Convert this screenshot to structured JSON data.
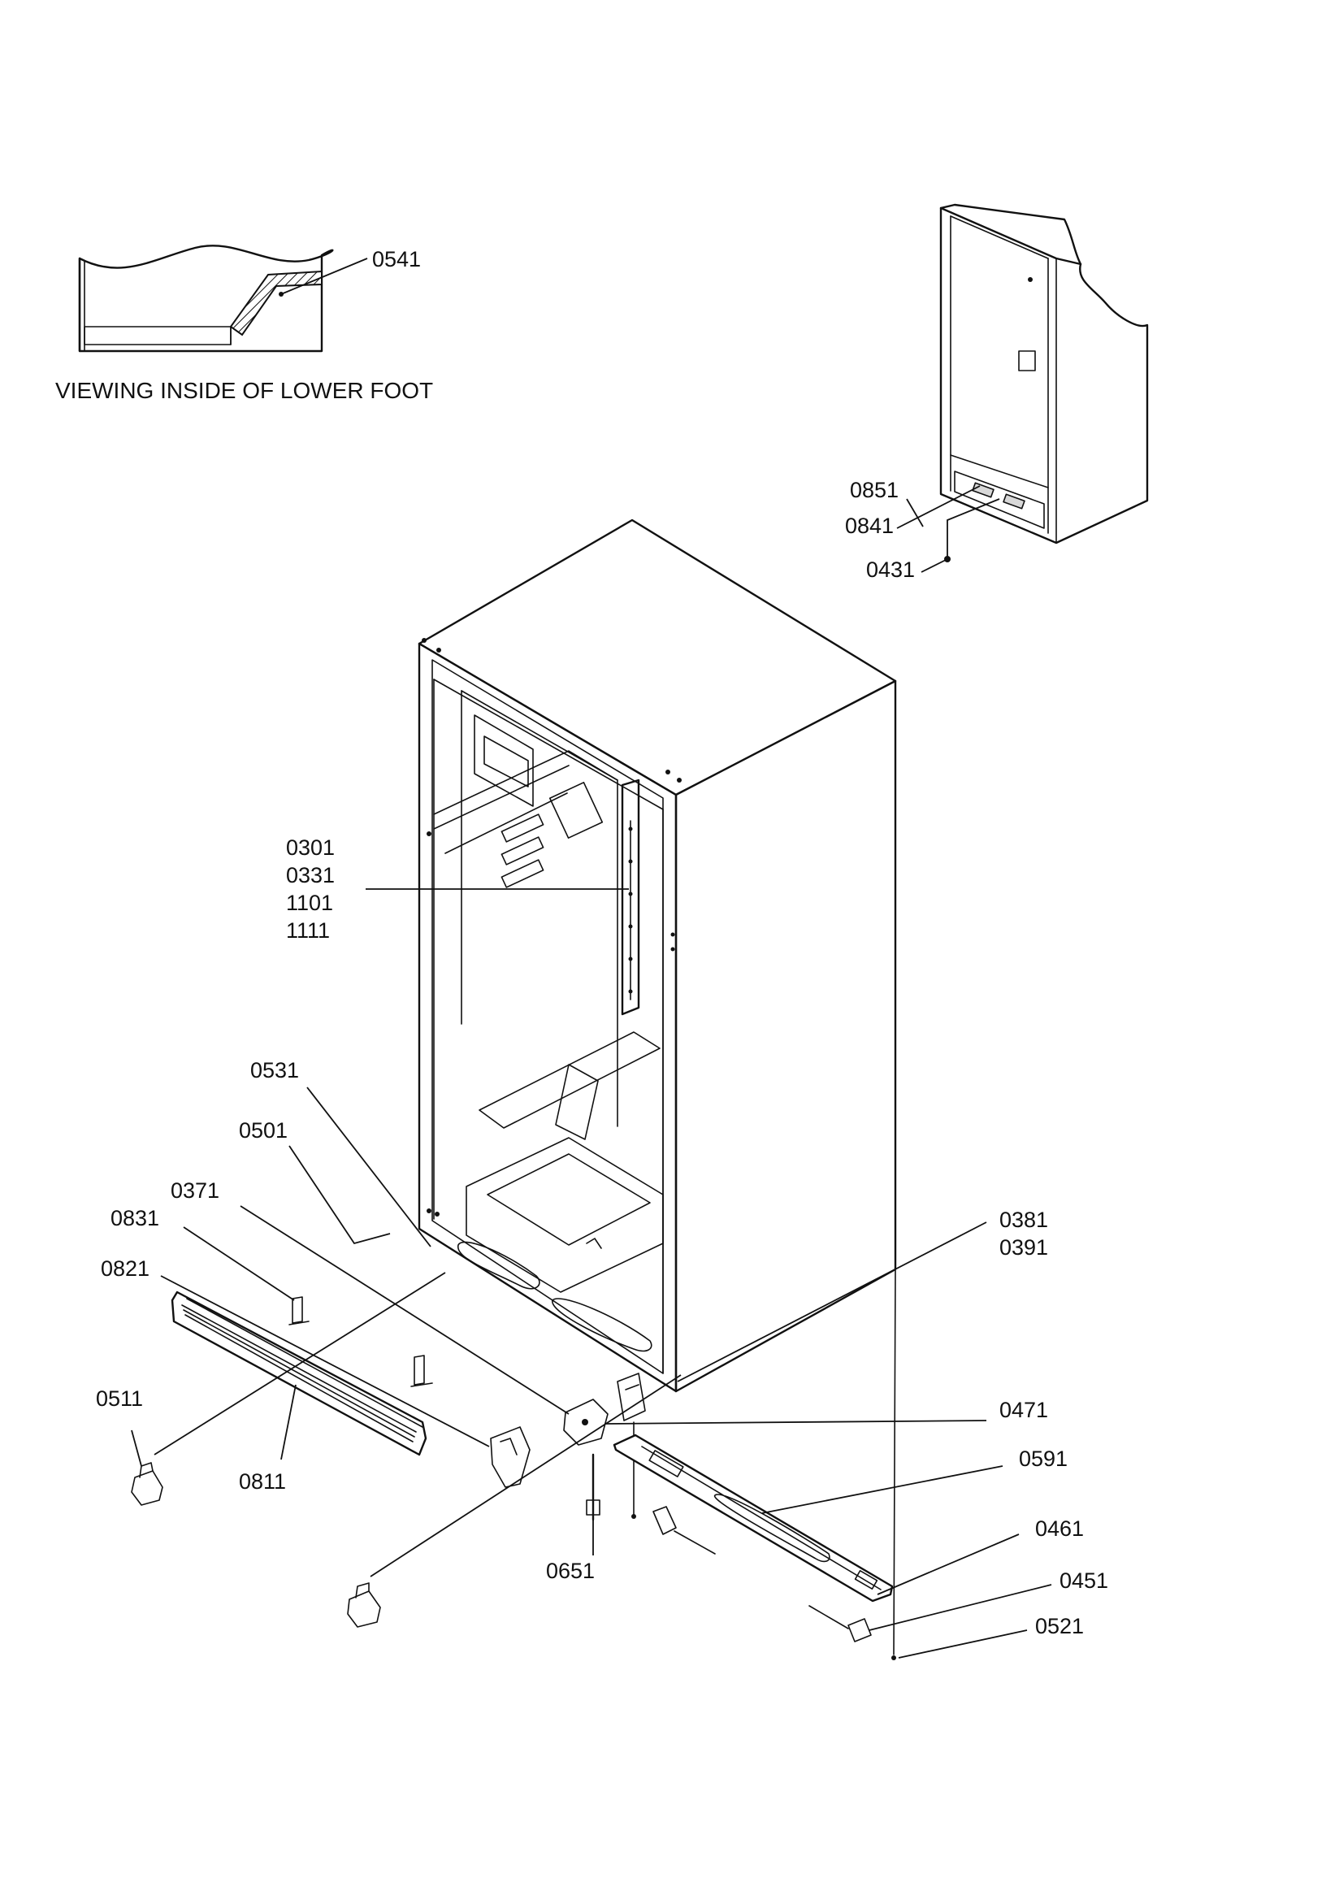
{
  "inset": {
    "caption": "VIEWING INSIDE OF LOWER FOOT",
    "part": "0541"
  },
  "callouts": {
    "c0851": "0851",
    "c0841": "0841",
    "c0431": "0431",
    "c0301": "0301",
    "c0331": "0331",
    "c1101": "1101",
    "c1111": "1111",
    "c0531": "0531",
    "c0501": "0501",
    "c0371": "0371",
    "c0831": "0831",
    "c0821": "0821",
    "c0511": "0511",
    "c0811": "0811",
    "c0381": "0381",
    "c0391": "0391",
    "c0471": "0471",
    "c0591": "0591",
    "c0461": "0461",
    "c0451": "0451",
    "c0521": "0521",
    "c0651": "0651"
  }
}
